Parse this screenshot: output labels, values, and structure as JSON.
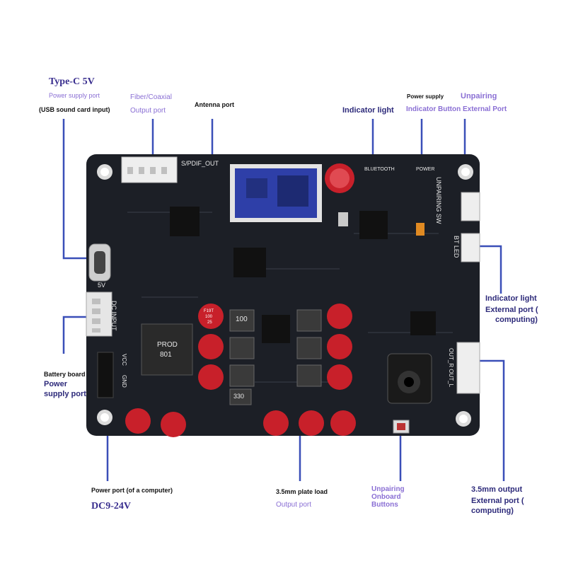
{
  "labels": {
    "typec_title": "Type-C 5V",
    "typec_sub": "Power supply port",
    "typec_note": "(USB sound card input)",
    "fiber_1": "Fiber/Coaxial",
    "fiber_2": "Output port",
    "antenna": "Antenna port",
    "indicator": "Indicator light",
    "power_supply": "Power supply",
    "indicator_button": "Indicator Button External Port",
    "unpairing": "Unpairing",
    "ind_ext_1": "Indicator light",
    "ind_ext_2": "External port (",
    "ind_ext_3": "computing)",
    "battery_1": "Battery board",
    "battery_2": "Power",
    "battery_3": "supply port",
    "power_port": "Power port (of a computer)",
    "dc": "DC9-24V",
    "plate_1": "3.5mm plate load",
    "plate_2": "Output port",
    "unpair_btn_1": "Unpairing",
    "unpair_btn_2": "Onboard",
    "unpair_btn_3": "Buttons",
    "out35_1": "3.5mm output",
    "out35_2": "External port (",
    "out35_3": "computing)"
  },
  "board_silk": {
    "spdif": "S/PDIF_OUT",
    "bluetooth": "BLUETOOTH",
    "power": "POWER",
    "unpairing_sw": "UNPAIRING SW",
    "bt_led": "BT LED",
    "dc_input": "DC INPUT",
    "usb5v": "5V",
    "gnd": "GND",
    "vcc": "VCC",
    "out": "OUT_R  OUT_L",
    "prod": "PROD",
    "prod_num": "801",
    "inductor": "100",
    "inductor_b": "330",
    "cap_brand": "F19T",
    "cap_val": "100",
    "cap_v": "25"
  },
  "colors": {
    "board": "#1c1f26",
    "accent_purple": "#3a2f8f",
    "line_blue": "#3a4fb8",
    "cap_red": "#c8202a"
  }
}
